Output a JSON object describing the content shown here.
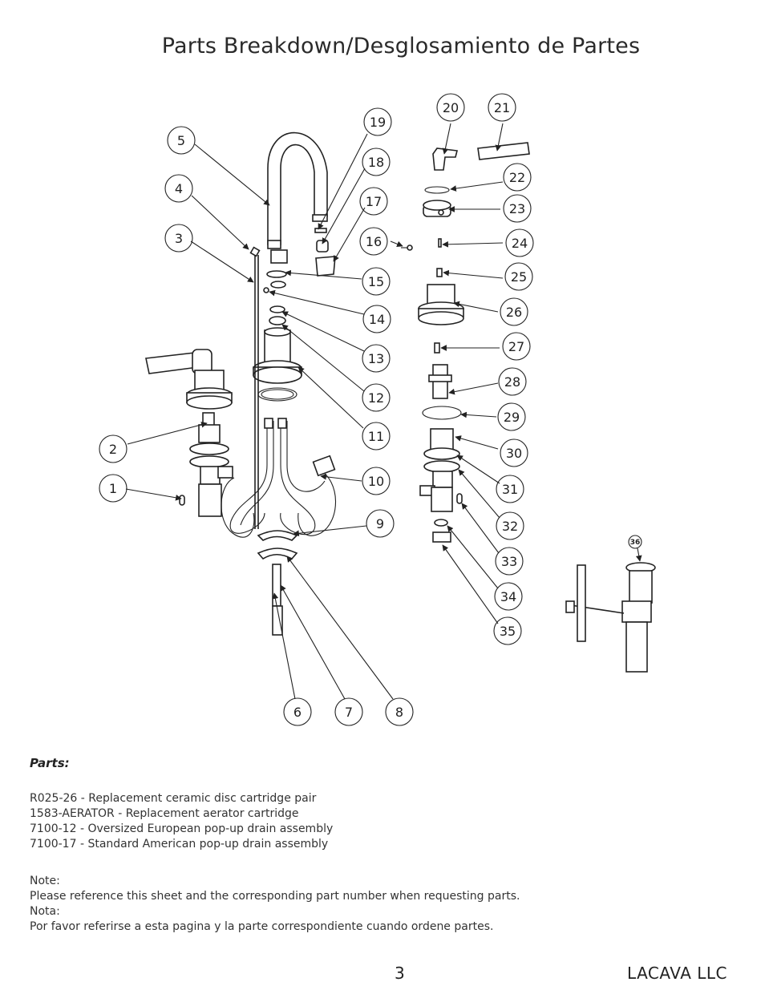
{
  "title": "Parts Breakdown/Desglosamiento de Partes",
  "callouts": [
    "1",
    "2",
    "3",
    "4",
    "5",
    "6",
    "7",
    "8",
    "9",
    "10",
    "11",
    "12",
    "13",
    "14",
    "15",
    "16",
    "17",
    "18",
    "19",
    "20",
    "21",
    "22",
    "23",
    "24",
    "25",
    "26",
    "27",
    "28",
    "29",
    "30",
    "31",
    "32",
    "33",
    "34",
    "35",
    "36"
  ],
  "parts_list": {
    "heading": "Parts:",
    "items": [
      "R025-26 - Replacement ceramic disc cartridge pair",
      "1583-AERATOR - Replacement aerator cartridge",
      "7100-12 - Oversized European pop-up drain assembly",
      "7100-17 - Standard American pop-up drain assembly"
    ]
  },
  "note": {
    "label_en": "Note:",
    "text_en": "Please reference this sheet and the corresponding part number when requesting parts.",
    "label_es": "Nota:",
    "text_es": "Por favor referirse a esta pagina y la parte correspondiente cuando ordene partes."
  },
  "footer": {
    "page_number": "3",
    "company": "LACAVA LLC"
  }
}
